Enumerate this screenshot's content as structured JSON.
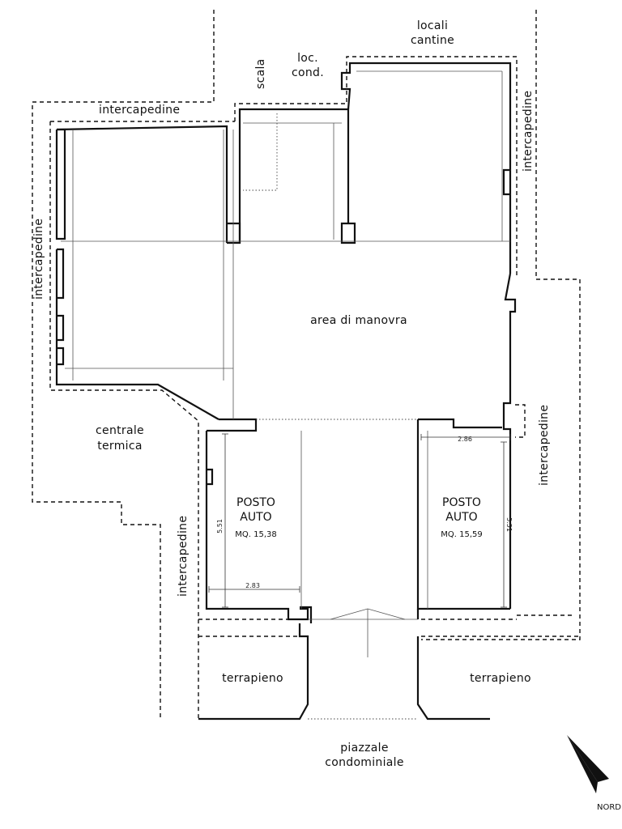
{
  "labels": {
    "intercapedine_top": "intercapedine",
    "intercapedine_left": "intercapedine",
    "intercapedine_right_top": "intercapedine",
    "intercapedine_right": "intercapedine",
    "intercapedine_bottom_left": "intercapedine",
    "scala": "scala",
    "loc_cond_1": "loc.",
    "loc_cond_2": "cond.",
    "locali_cantine_1": "locali",
    "locali_cantine_2": "cantine",
    "area_di_manovra": "area di manovra",
    "centrale_termica_1": "centrale",
    "centrale_termica_2": "termica",
    "terrapieno_left": "terrapieno",
    "terrapieno_right": "terrapieno",
    "piazzale_1": "piazzale",
    "piazzale_2": "condominiale",
    "nord": "NORD"
  },
  "parking_left": {
    "line1": "POSTO",
    "line2": "AUTO",
    "area": "MQ. 15,38",
    "width_dim": "2.83",
    "depth_dim": "5.51"
  },
  "parking_right": {
    "line1": "POSTO",
    "line2": "AUTO",
    "area": "MQ. 15,59",
    "width_dim": "2.86",
    "depth_dim": "5.51"
  }
}
